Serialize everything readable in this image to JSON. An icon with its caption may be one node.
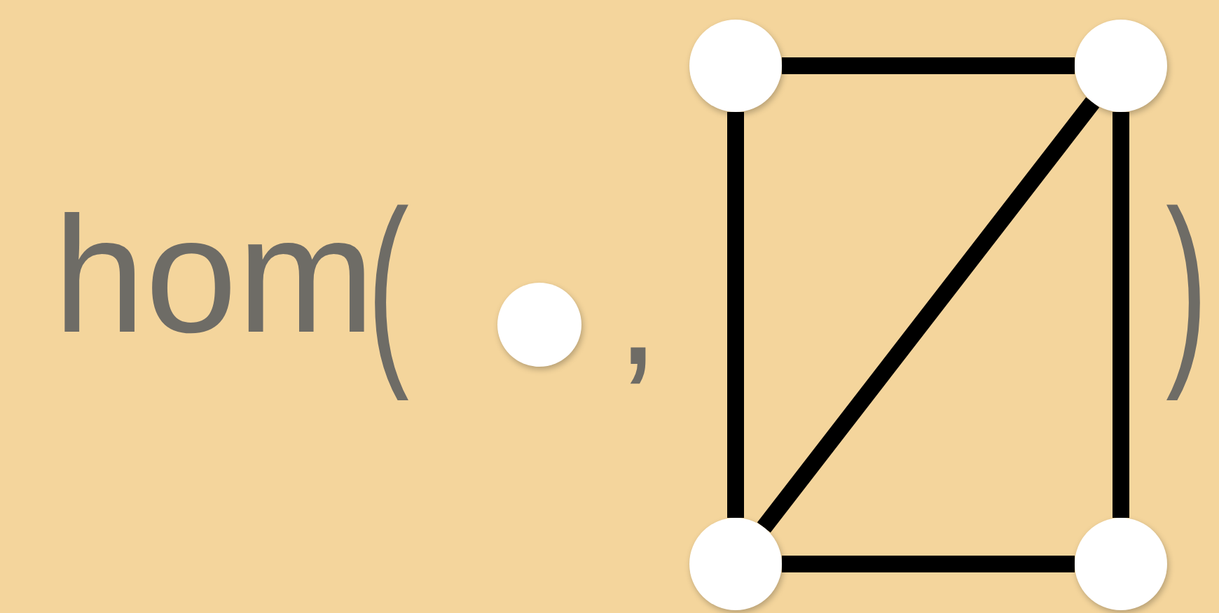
{
  "diagram": {
    "nodes": [
      {
        "text": [],
        "shape": "circle"
      },
      {
        "text": [],
        "shape": "circle"
      },
      {
        "text": [],
        "shape": "circle"
      },
      {
        "text": [],
        "shape": "circle"
      },
      {
        "text": [],
        "shape": "circle"
      }
    ],
    "edges": [
      {
        "from": 1,
        "to": 2,
        "arrow": "none"
      },
      {
        "from": 1,
        "to": 3,
        "arrow": "none"
      },
      {
        "from": 2,
        "to": 4,
        "arrow": "none"
      },
      {
        "from": 3,
        "to": 4,
        "arrow": "none"
      },
      {
        "from": 3,
        "to": 2,
        "arrow": "none"
      }
    ],
    "labels": [
      "hom",
      "(",
      ",",
      ")"
    ]
  }
}
